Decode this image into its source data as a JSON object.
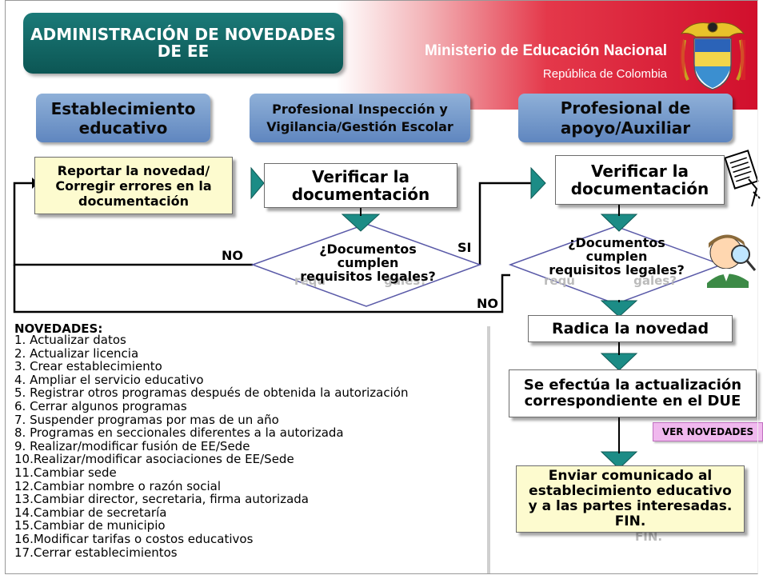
{
  "title": {
    "line1": "ADMINISTRACIÓN DE NOVEDADES",
    "line2": "DE EE"
  },
  "ministry": {
    "name": "Ministerio de Educación Nacional",
    "country": "República de Colombia"
  },
  "lanes": {
    "lane1": {
      "line1": "Establecimiento",
      "line2": "educativo"
    },
    "lane2": {
      "line1": "Profesional Inspección y",
      "line2": "Vigilancia/Gestión Escolar"
    },
    "lane3": {
      "line1": "Profesional de",
      "line2": "apoyo/Auxiliar"
    }
  },
  "steps": {
    "report": {
      "line1": "Reportar la novedad/",
      "line2": "Corregir errores en la",
      "line3": "documentación"
    },
    "verify1": {
      "line1": "Verificar la",
      "line2": "documentación"
    },
    "decision1": {
      "line1": "¿Documentos",
      "line2": "cumplen",
      "line3": "requisitos legales?"
    },
    "verify2": {
      "line1": "Verificar la",
      "line2": "documentación"
    },
    "decision2": {
      "line1": "¿Documentos",
      "line2": "cumplen",
      "line3": "requisitos legales?"
    },
    "radica": {
      "label": "Radica la novedad"
    },
    "update": {
      "line1": "Se efectúa la actualización",
      "line2": "correspondiente en el DUE"
    },
    "send": {
      "line1": "Enviar comunicado al",
      "line2": "establecimiento educativo",
      "line3": "y a las partes interesadas.",
      "line4": "FIN."
    }
  },
  "labels": {
    "no1": "NO",
    "si": "SI",
    "no2": "NO"
  },
  "ver_novedades": "VER NOVEDADES",
  "novedades": {
    "title": "NOVEDADES:",
    "items": [
      "1.  Actualizar datos",
      "2.  Actualizar licencia",
      "3.  Crear establecimiento",
      "4.  Ampliar el servicio educativo",
      "5.  Registrar otros programas después de obtenida la autorización",
      "6.  Cerrar algunos programas",
      "7.  Suspender programas por mas de un año",
      "8.  Programas en seccionales diferentes a la autorizada",
      "9.  Realizar/modificar fusión de EE/Sede",
      "10.Realizar/modificar asociaciones de EE/Sede",
      "11.Cambiar sede",
      "12.Cambiar nombre o razón social",
      "13.Cambiar director, secretaria, firma autorizada",
      "14.Cambiar de secretaría",
      "15.Cambiar de municipio",
      "16.Modificar tarifas o costos educativos",
      "17.Cerrar establecimientos"
    ]
  },
  "colors": {
    "teal": "#0f6b69",
    "red": "#d10f2c",
    "arrow": "#1c8c86",
    "lane": "#6f93c8",
    "yellow": "#fdfbcf",
    "pink": "#f0b8ee"
  }
}
